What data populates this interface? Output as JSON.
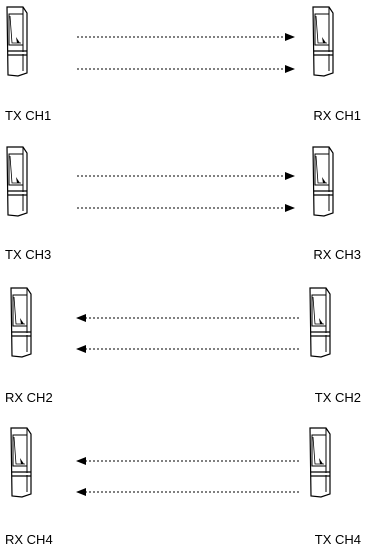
{
  "pairs": [
    {
      "left_label": "TX CH1",
      "right_label": "RX CH1",
      "direction": "left-to-right"
    },
    {
      "left_label": "TX CH3",
      "right_label": "RX CH3",
      "direction": "left-to-right"
    },
    {
      "left_label": "RX CH2",
      "right_label": "TX CH2",
      "direction": "right-to-left"
    },
    {
      "left_label": "RX CH4",
      "right_label": "TX CH4",
      "direction": "right-to-left"
    }
  ],
  "colors": {
    "stroke": "#000000",
    "background": "#ffffff"
  }
}
